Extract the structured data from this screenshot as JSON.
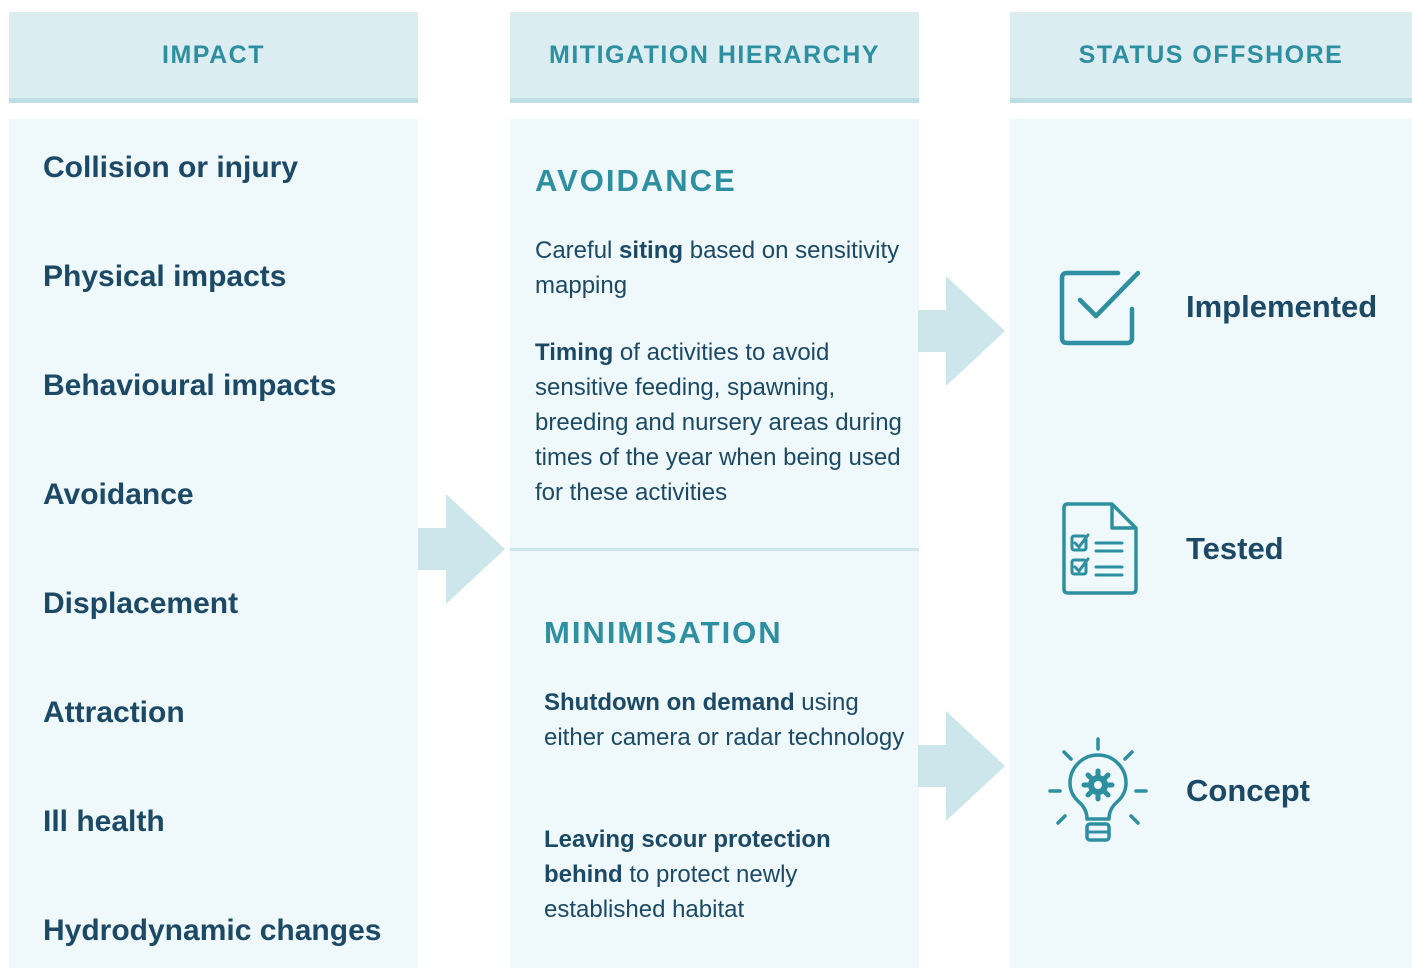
{
  "headers": {
    "impact": "IMPACT",
    "mitigation": "MITIGATION HIERARCHY",
    "status": "STATUS OFFSHORE"
  },
  "impacts": [
    "Collision or injury",
    "Physical impacts",
    "Behavioural impacts",
    "Avoidance",
    "Displacement",
    "Attraction",
    "Ill health",
    "Hydrodynamic changes"
  ],
  "avoidance": {
    "title": "AVOIDANCE",
    "p1_pre": "Careful ",
    "p1_bold": "siting",
    "p1_post": " based on sensitivity mapping",
    "p2_bold": "Timing",
    "p2_post": " of activities to avoid sensitive feeding, spawning, breeding and nursery areas during times of the year when being used for these activities"
  },
  "minimisation": {
    "title": "MINIMISATION",
    "p1_bold": "Shutdown on demand",
    "p1_post": " using either camera or radar technology",
    "p2_bold": "Leaving scour protection behind",
    "p2_post": " to protect newly established habitat"
  },
  "statuses": [
    {
      "label": "Implemented",
      "icon": "checkbox-icon"
    },
    {
      "label": "Tested",
      "icon": "checklist-document-icon"
    },
    {
      "label": "Concept",
      "icon": "lightbulb-gear-icon"
    }
  ],
  "colors": {
    "header_bg": "#dcedf2",
    "panel_bg": "#eff8fa",
    "accent": "#2e8fa0",
    "text": "#1c4a66",
    "arrow": "#cce6ec"
  }
}
